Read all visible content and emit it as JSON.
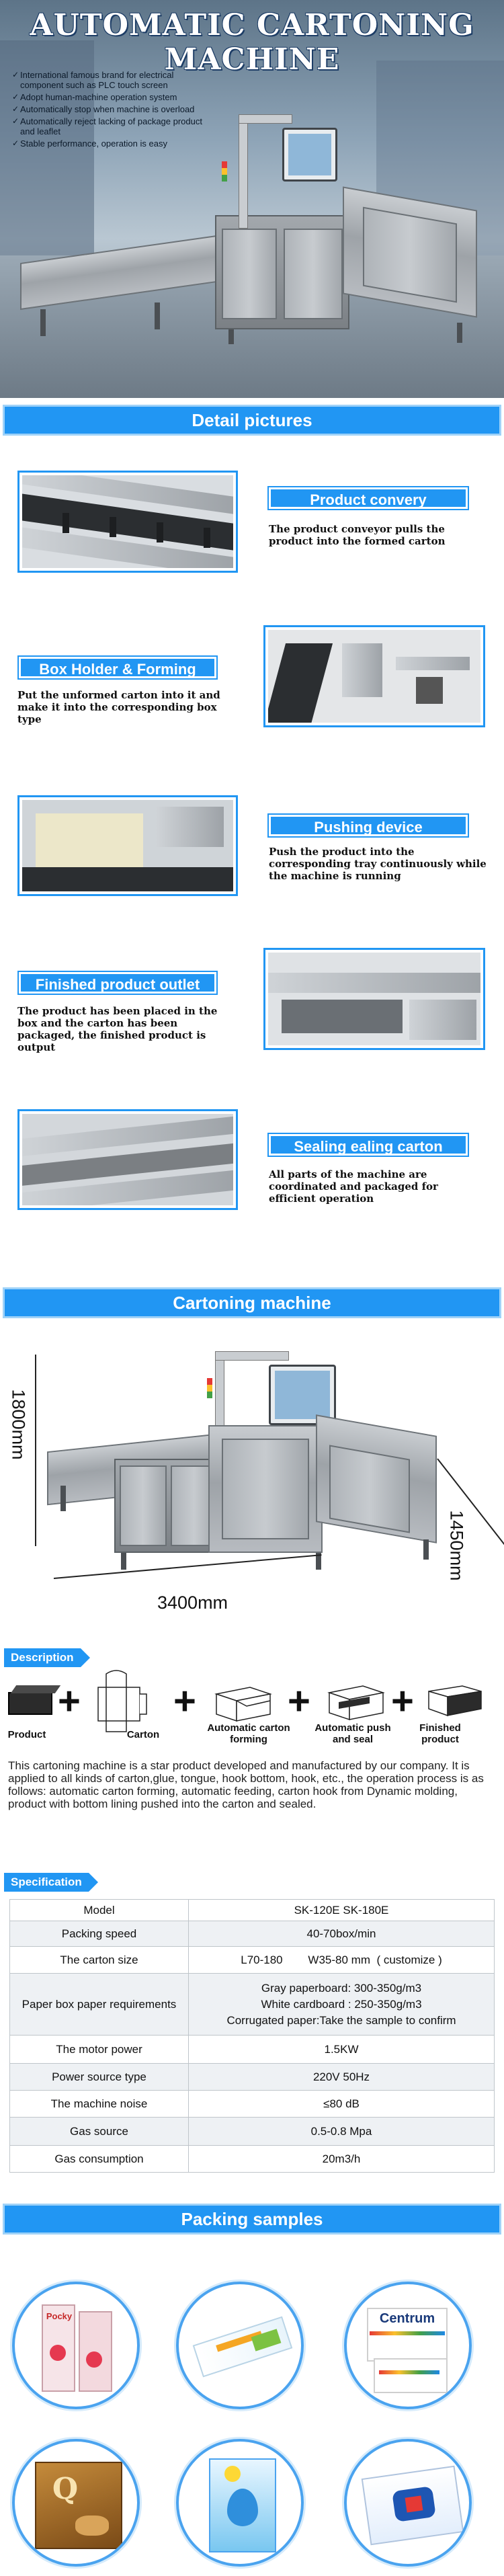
{
  "hero": {
    "title": "AUTOMATIC CARTONING MACHINE",
    "features": [
      "International famous brand for electrical component such as PLC touch screen",
      "Adopt human-machine operation system",
      "Automatically stop when machine is overload",
      "Automatically reject lacking of package product and leaflet",
      "Stable performance, operation is easy"
    ]
  },
  "sections": {
    "detail": "Detail pictures",
    "cartoning": "Cartoning machine",
    "packing": "Packing samples"
  },
  "details": [
    {
      "title": "Product convery",
      "text": "The product conveyor pulls the product into the formed carton"
    },
    {
      "title": "Box Holder & Forming",
      "text": "Put the unformed carton into it and make it into the corresponding box type"
    },
    {
      "title": "Pushing device",
      "text": "Push the product into the corresponding tray continuously while the machine is running"
    },
    {
      "title": "Finished product outlet",
      "text": "The product has been placed in the box and the carton has been packaged, the finished product is output"
    },
    {
      "title": "Sealing ealing carton",
      "text": "All parts of the machine  are coordinated and packaged for efficient operation"
    }
  ],
  "dimensions": {
    "height": "1800mm",
    "length": "3400mm",
    "depth": "1450mm"
  },
  "description": {
    "label": "Description",
    "flow": [
      {
        "caption": "Product",
        "icon": "product-box-icon"
      },
      {
        "caption": "Carton",
        "icon": "carton-blank-icon"
      },
      {
        "caption": "Automatic carton forming",
        "icon": "carton-forming-icon"
      },
      {
        "caption": "Automatic push and seal",
        "icon": "push-seal-icon"
      },
      {
        "caption": "Finished product",
        "icon": "finished-product-icon"
      }
    ],
    "text": "This cartoning machine is a star product developed and manufactured by our company. It is applied to all kinds of carton,glue, tongue, hook bottom, hook, etc., the operation process is as follows: automatic carton forming, automatic feeding, carton hook from Dynamic molding, product with bottom lining pushed into the carton and sealed."
  },
  "spec": {
    "label": "Specification",
    "rows": [
      {
        "key": "Model",
        "value": [
          "SK-120E SK-180E"
        ]
      },
      {
        "key": "Packing speed",
        "value": [
          "40-70box/min"
        ]
      },
      {
        "key": "The carton size",
        "value": [
          "L70-180        W35-80 mm  ( customize )"
        ]
      },
      {
        "key": "Paper box paper requirements",
        "value": [
          "Gray paperboard: 300-350g/m3",
          "White cardboard : 250-350g/m3",
          "Corrugated paper:Take the sample to confirm"
        ]
      },
      {
        "key": "The motor power",
        "value": [
          "1.5KW"
        ]
      },
      {
        "key": "Power source type",
        "value": [
          "220V 50Hz"
        ]
      },
      {
        "key": "The machine noise",
        "value": [
          "≤80 dB"
        ]
      },
      {
        "key": "Gas source",
        "value": [
          "0.5-0.8 Mpa"
        ]
      },
      {
        "key": "Gas consumption",
        "value": [
          "20m3/h"
        ]
      }
    ]
  },
  "samples": {
    "texts": {
      "pocky": "Pocky",
      "centrum": "Centrum",
      "qbrand": "Q"
    }
  },
  "colors": {
    "accent": "#2196f3",
    "accent_light": "#9fd2f8"
  }
}
